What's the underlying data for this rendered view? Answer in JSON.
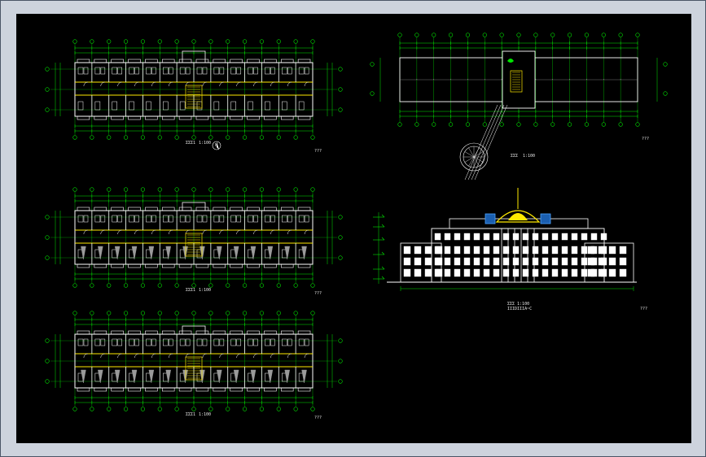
{
  "drawing": {
    "background": "#000000",
    "frame_color": "#cdd3dd",
    "colors": {
      "grid": "#00e600",
      "wall": "#ffffff",
      "accent": "#ffea00",
      "gray": "#9a9a9a"
    }
  },
  "sheets": {
    "plan1_caption": "ΣΣΣ1",
    "plan1_scale": "1:100",
    "plan2_caption": "ΣΣΣ1",
    "plan2_scale": "1:100",
    "plan3_caption": "ΣΣΣ1",
    "plan3_scale": "1:100",
    "roof_caption": "ΣΣΣ",
    "roof_scale": "1:100",
    "elev_caption": "ΣΣΣ 1:100",
    "elev_sub": "IIIDIIIA~C",
    "north_label": "N",
    "page_marks": [
      "???",
      "???",
      "???",
      "???",
      "???"
    ]
  }
}
